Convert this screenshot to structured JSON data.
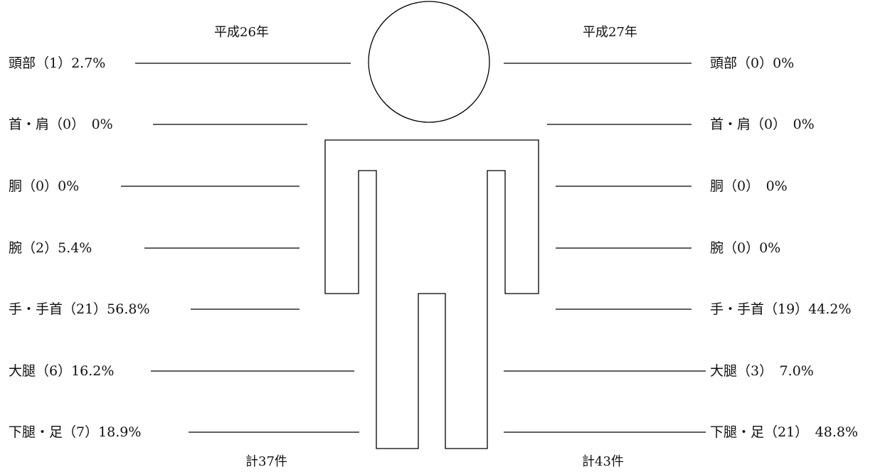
{
  "left": {
    "year": "平成26年",
    "total": "計37件",
    "rows": [
      {
        "label": "頭部（1）2.7%"
      },
      {
        "label": "首・肩（0）　0%"
      },
      {
        "label": "胴（0）0%"
      },
      {
        "label": "腕（2）5.4%"
      },
      {
        "label": "手・手首（21）56.8%"
      },
      {
        "label": "大腿（6）16.2%"
      },
      {
        "label": "下腿・足（7）18.9%"
      }
    ]
  },
  "right": {
    "year": "平成27年",
    "total": "計43件",
    "rows": [
      {
        "label": "頭部（0）0%"
      },
      {
        "label": "首・肩（0）　0%"
      },
      {
        "label": "胴（0）　0%"
      },
      {
        "label": "腕（0）0%"
      },
      {
        "label": "手・手首（19）44.2%"
      },
      {
        "label": "大腿（3）　7.0%"
      },
      {
        "label": "下腿・足（21）　48.8%"
      }
    ]
  },
  "colors": {
    "line": "#000000",
    "text": "#111111",
    "background": "#ffffff"
  }
}
